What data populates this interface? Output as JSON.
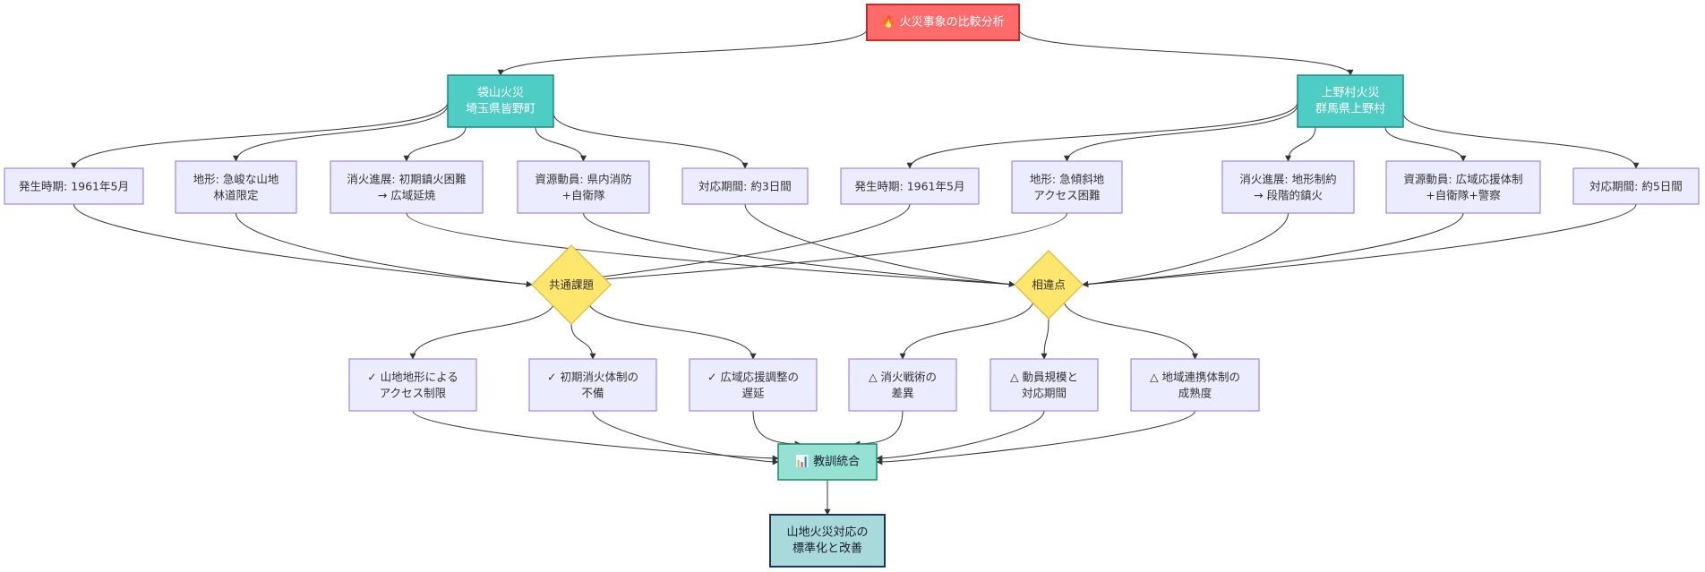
{
  "root": {
    "icon": "fire-icon",
    "label": "🔥 火災事象の比較分析"
  },
  "fire_a": {
    "lines": [
      "袋山火災",
      "埼玉県皆野町"
    ]
  },
  "fire_b": {
    "lines": [
      "上野村火災",
      "群馬県上野村"
    ]
  },
  "fire_a_details": [
    {
      "name": "a-date",
      "lines": [
        "発生時期: 1961年5月"
      ]
    },
    {
      "name": "a-terrain",
      "lines": [
        "地形: 急峻な山地",
        "林道限定"
      ]
    },
    {
      "name": "a-progress",
      "lines": [
        "消火進展: 初期鎮火困難",
        "→ 広域延焼"
      ]
    },
    {
      "name": "a-resources",
      "lines": [
        "資源動員: 県内消防",
        "+自衛隊"
      ]
    },
    {
      "name": "a-duration",
      "lines": [
        "対応期間: 約3日間"
      ]
    }
  ],
  "fire_b_details": [
    {
      "name": "b-date",
      "lines": [
        "発生時期: 1961年5月"
      ]
    },
    {
      "name": "b-terrain",
      "lines": [
        "地形: 急傾斜地",
        "アクセス困難"
      ]
    },
    {
      "name": "b-progress",
      "lines": [
        "消火進展: 地形制約",
        "→ 段階的鎮火"
      ]
    },
    {
      "name": "b-resources",
      "lines": [
        "資源動員: 広域応援体制",
        "+自衛隊+警察"
      ]
    },
    {
      "name": "b-duration",
      "lines": [
        "対応期間: 約5日間"
      ]
    }
  ],
  "common": {
    "label": "共通課題"
  },
  "differences": {
    "label": "相違点"
  },
  "common_items": [
    {
      "name": "common-access",
      "lines": [
        "✓ 山地地形による",
        "アクセス制限"
      ]
    },
    {
      "name": "common-initial",
      "lines": [
        "✓ 初期消火体制の",
        "不備"
      ]
    },
    {
      "name": "common-coordination",
      "lines": [
        "✓ 広域応援調整の",
        "遅延"
      ]
    }
  ],
  "difference_items": [
    {
      "name": "diff-tactics",
      "lines": [
        "△ 消火戦術の",
        "差異"
      ]
    },
    {
      "name": "diff-scale",
      "lines": [
        "△ 動員規模と",
        "対応期間"
      ]
    },
    {
      "name": "diff-cooperation",
      "lines": [
        "△ 地域連携体制の",
        "成熟度"
      ]
    }
  ],
  "lessons": {
    "icon": "chart-icon",
    "label": "📊 教訓統合"
  },
  "final": {
    "lines": [
      "山地火災対応の",
      "標準化と改善"
    ]
  },
  "colors": {
    "root_fill": "#ff6b6b",
    "root_stroke": "#c92a2a",
    "region_fill": "#4ecdc4",
    "region_stroke": "#1a8a82",
    "detail_fill": "#ececff",
    "detail_stroke": "#9370db",
    "diamond_fill": "#ffe66d",
    "diamond_stroke": "#d9b93a",
    "lessons_fill": "#95e1d3",
    "lessons_stroke": "#1a8a62",
    "final_fill": "#a8dadc",
    "final_stroke": "#1d3557",
    "edge": "#333333"
  }
}
